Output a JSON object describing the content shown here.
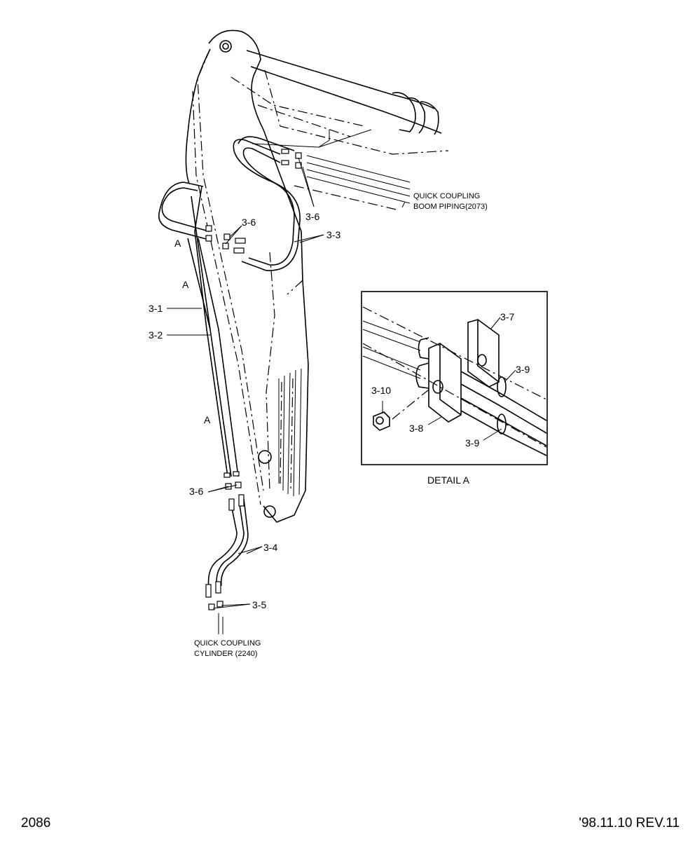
{
  "page_number": "2086",
  "revision": "'98.11.10 REV.11",
  "notes": {
    "boom_piping_line1": "QUICK COUPLING",
    "boom_piping_line2": "BOOM PIPING(2073)",
    "cylinder_line1": "QUICK COUPLING",
    "cylinder_line2": "CYLINDER (2240)"
  },
  "detail_title": "DETAIL A",
  "labels": {
    "p3_1": "3-1",
    "p3_2": "3-2",
    "p3_3": "3-3",
    "p3_4": "3-4",
    "p3_5": "3-5",
    "p3_6_top": "3-6",
    "p3_6_upper": "3-6",
    "p3_6_lower": "3-6",
    "p3_7": "3-7",
    "p3_8": "3-8",
    "p3_9_upper": "3-9",
    "p3_9_lower": "3-9",
    "p3_10": "3-10",
    "view_a_1": "A",
    "view_a_2": "A",
    "view_a_3": "A"
  }
}
